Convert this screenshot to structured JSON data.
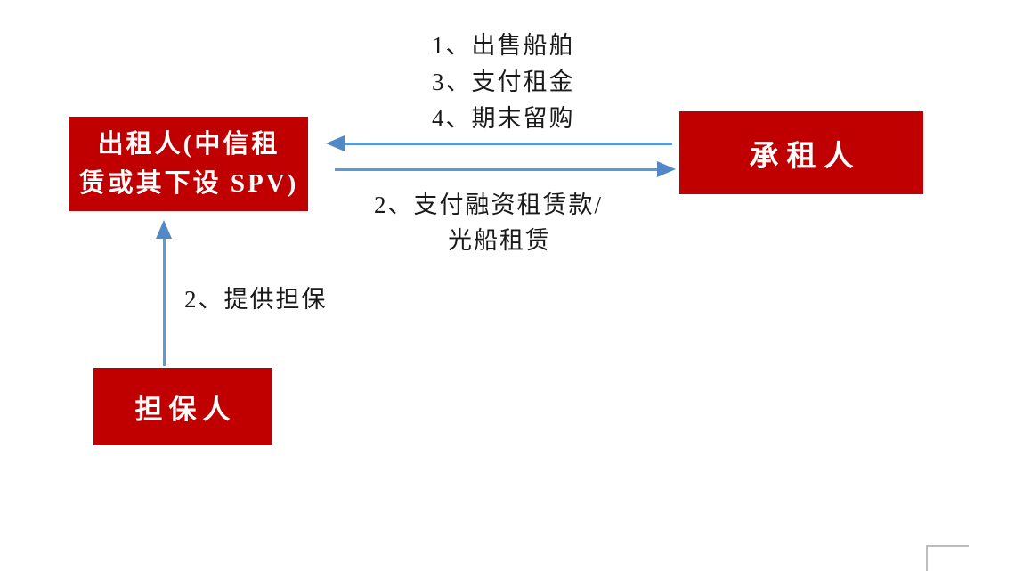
{
  "colors": {
    "node_fill": "#c00000",
    "node_text": "#ffffff",
    "arrow_blue": "#5b9bd5",
    "label_text": "#1a1a1a",
    "corner_mark": "#bdbdbd"
  },
  "nodes": {
    "lessor": {
      "line1": "出租人(中信租",
      "line2": "赁或其下设 SPV)"
    },
    "lessee": {
      "label": "承租人"
    },
    "guarantor": {
      "label": "担保人"
    }
  },
  "labels": {
    "top_steps": [
      "1、出售船舶",
      "3、支付租金",
      "4、期末留购"
    ],
    "finance_line1": "2、支付融资租赁款/",
    "finance_line2": "光船租赁",
    "guarantee": "2、提供担保"
  }
}
